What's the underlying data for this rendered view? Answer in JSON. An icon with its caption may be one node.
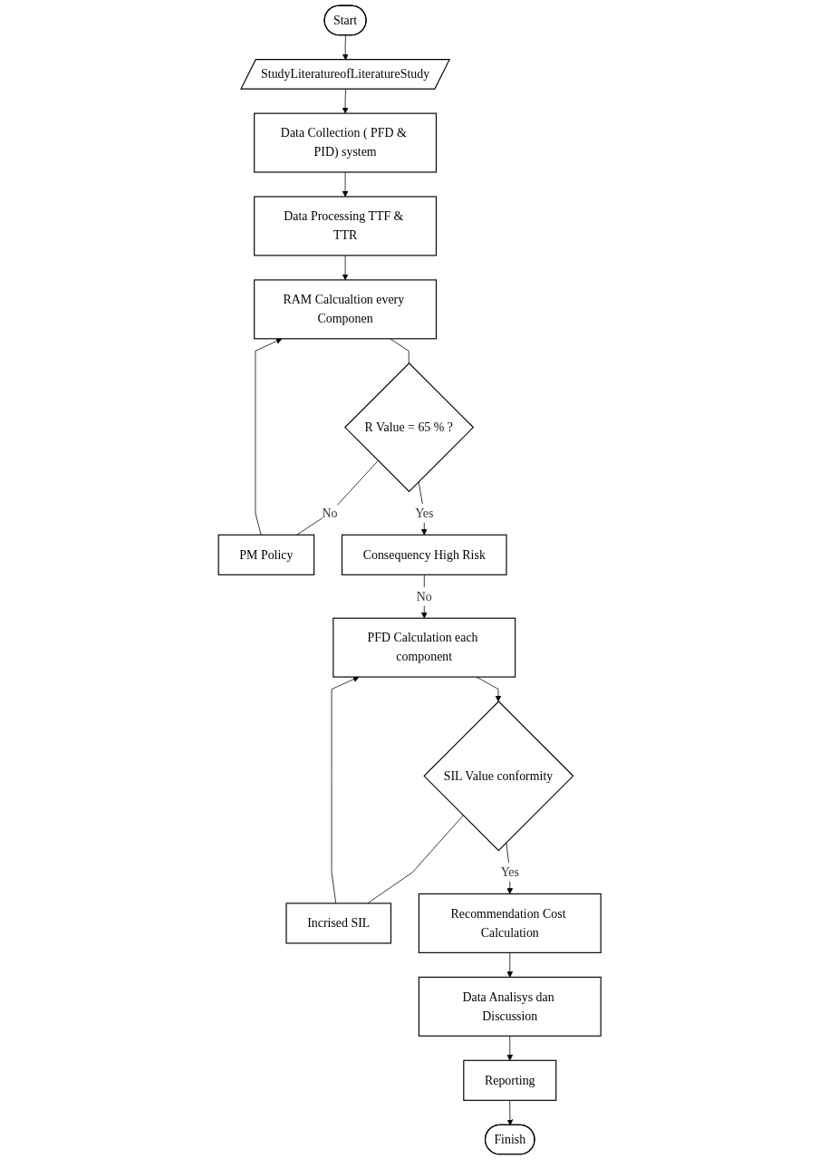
{
  "diagram": {
    "nodes": [
      {
        "text": [
          "Start"
        ]
      },
      {
        "text": [
          "StudyLiteratureofLiteratureStudy"
        ]
      },
      {
        "text": [
          "Data Collection ( PFD & PID) system"
        ]
      },
      {
        "text": [
          "Data Processing TTF & TTR"
        ]
      },
      {
        "text": [
          "RAM Calcualtion every Componen"
        ]
      },
      {
        "text": [
          "PM Policy"
        ]
      },
      {
        "text": [
          "R Value = 65 % ?"
        ]
      },
      {
        "text": [
          "Consequency High Risk"
        ]
      },
      {
        "text": [
          "PFD Calculation each component"
        ]
      },
      {
        "text": [
          "Incrised SIL"
        ]
      },
      {
        "text": [
          "SIL Value conformity"
        ]
      },
      {
        "text": [
          "Recommendation Cost Calculation"
        ]
      },
      {
        "text": [
          "Data Analisys dan Discussion"
        ]
      },
      {
        "text": [
          "Reporting"
        ]
      },
      {
        "text": [
          "Finish"
        ]
      }
    ],
    "edges": [
      {
        "from": 0,
        "to": 1,
        "arrow": "to"
      },
      {
        "from": 1,
        "to": 2,
        "arrow": "to"
      },
      {
        "from": 2,
        "to": 3,
        "arrow": "to"
      },
      {
        "from": 3,
        "to": 4,
        "arrow": "to"
      },
      {
        "from": 4,
        "to": 6,
        "arrow": "none"
      },
      {
        "from": 6,
        "to": 5,
        "arrow": "none",
        "label": "No"
      },
      {
        "from": 5,
        "to": 4,
        "arrow": "to"
      },
      {
        "from": 6,
        "to": 7,
        "arrow": "to",
        "label": "Yes"
      },
      {
        "from": 7,
        "to": 8,
        "arrow": "to",
        "label": "No"
      },
      {
        "from": 8,
        "to": 10,
        "arrow": "to"
      },
      {
        "from": 10,
        "to": 9,
        "arrow": "none"
      },
      {
        "from": 9,
        "to": 8,
        "arrow": "to"
      },
      {
        "from": 10,
        "to": 11,
        "arrow": "to",
        "label": "Yes"
      },
      {
        "from": 11,
        "to": 12,
        "arrow": "to"
      },
      {
        "from": 12,
        "to": 13,
        "arrow": "to"
      },
      {
        "from": 13,
        "to": 14,
        "arrow": "to"
      }
    ]
  }
}
